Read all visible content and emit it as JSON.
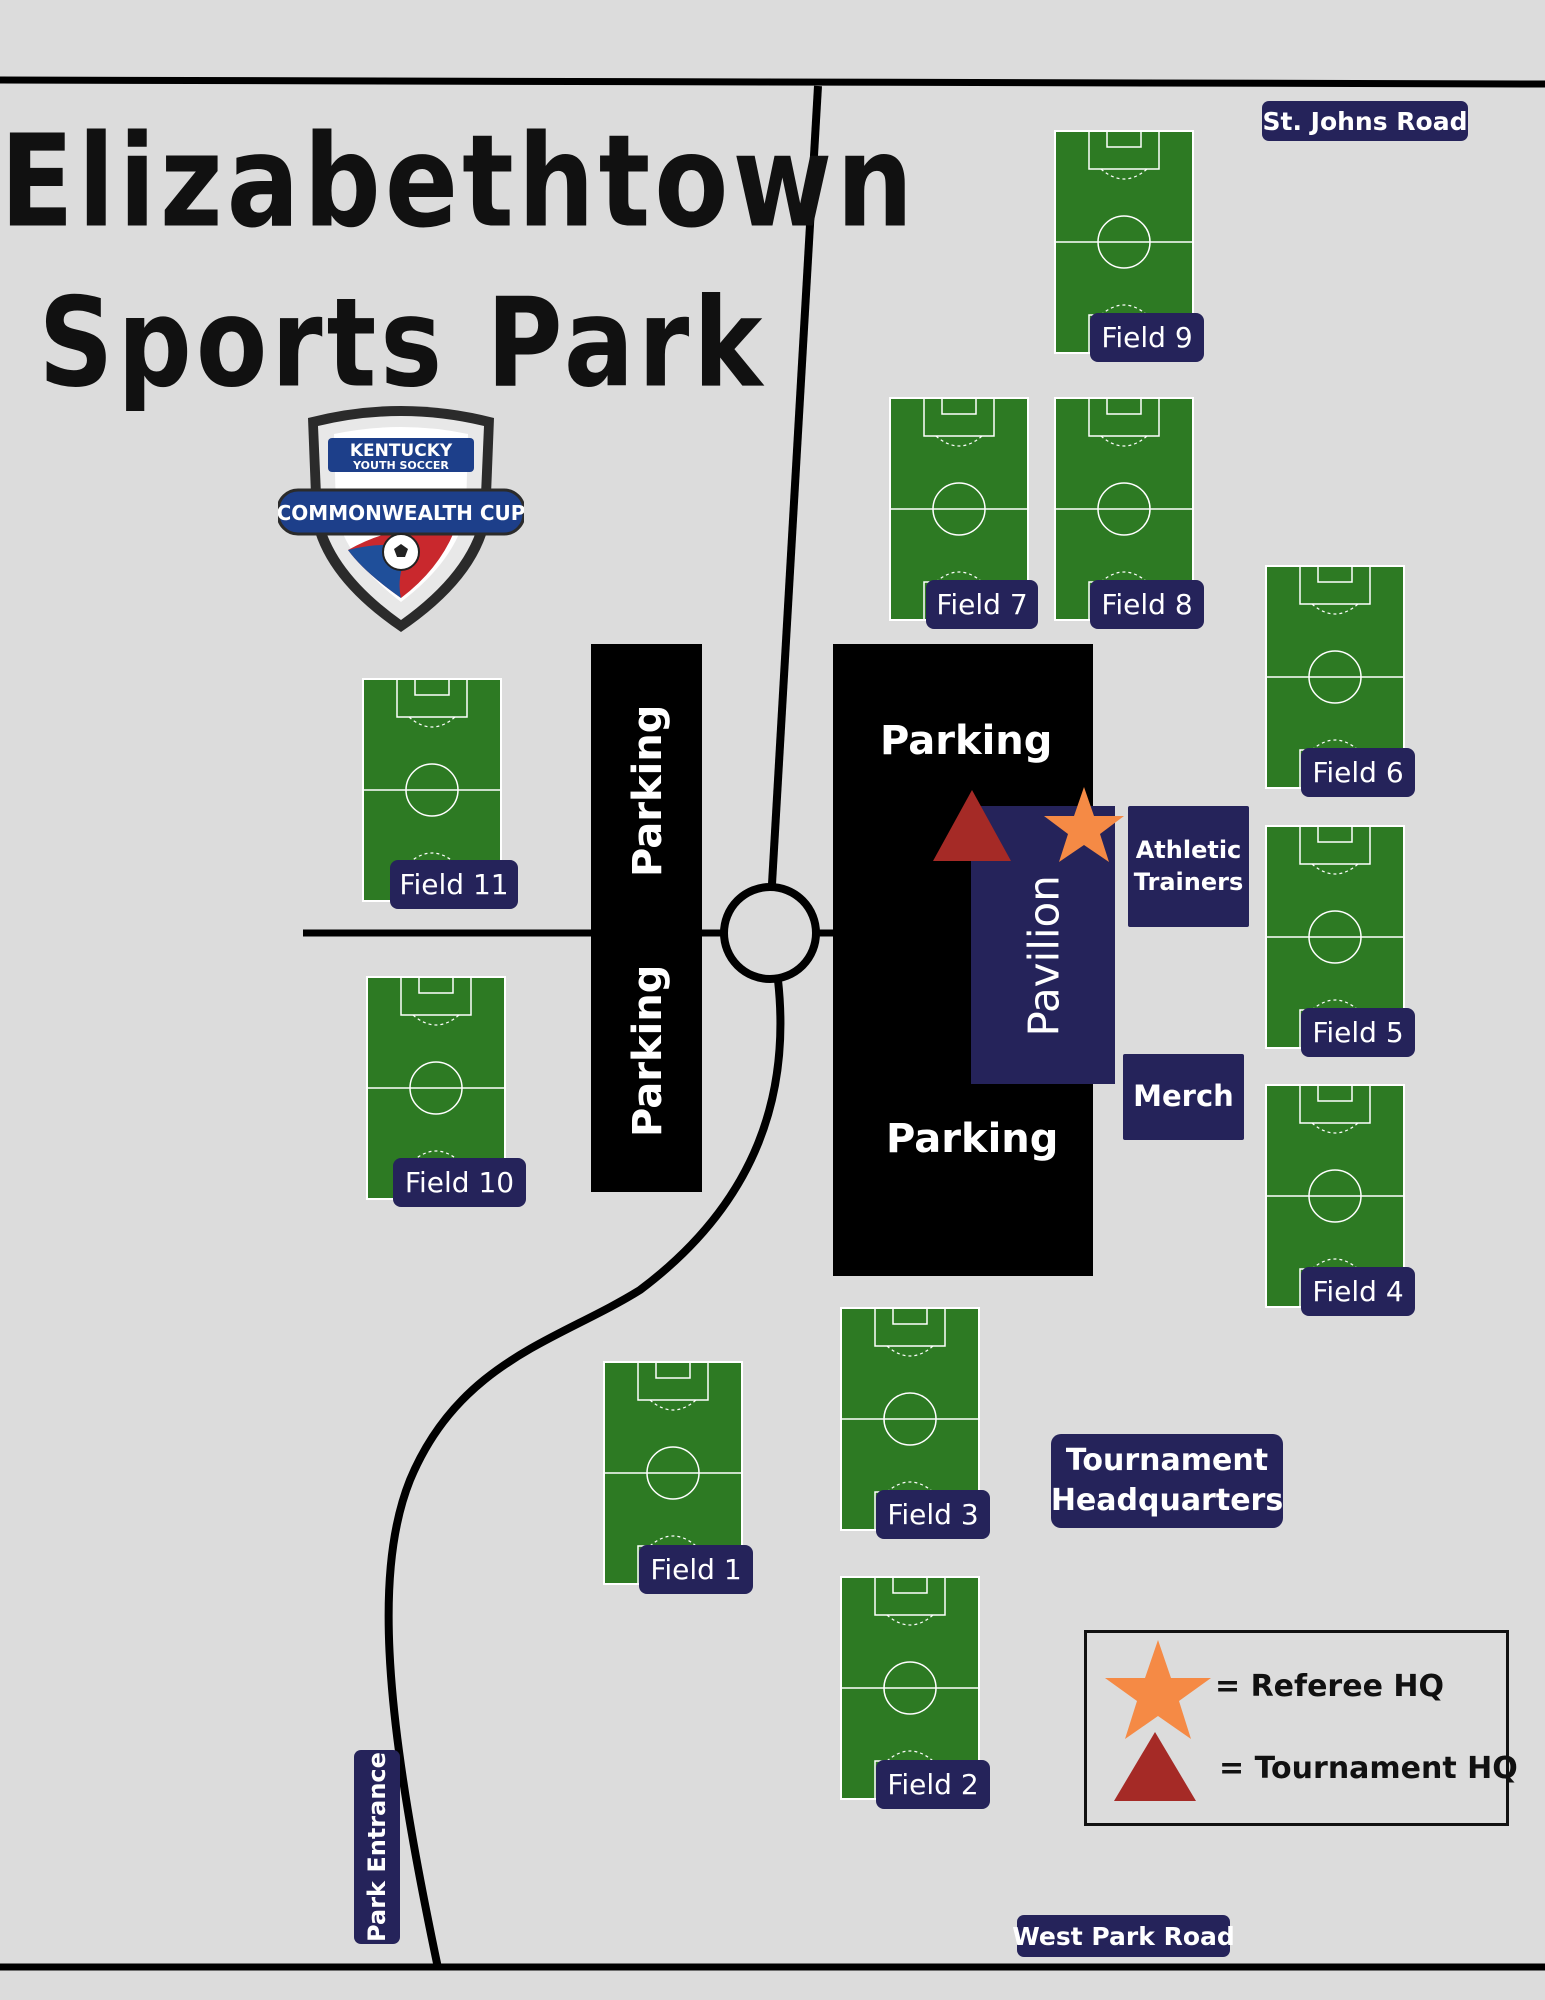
{
  "title": {
    "line1": "Elizabethtown",
    "line2": "Sports Park"
  },
  "logo": {
    "line1": "KENTUCKY",
    "line2": "YOUTH SOCCER",
    "line3": "COMMONWEALTH CUP"
  },
  "roads": {
    "north": "St. Johns Road",
    "south": "West Park Road",
    "entrance": "Park Entrance"
  },
  "parking": {
    "west_lot_top": "Parking",
    "west_lot_bottom": "Parking",
    "east_lot_top": "Parking",
    "east_lot_bottom": "Parking"
  },
  "pavilion": "Pavilion",
  "points_of_interest": {
    "athletic_trainers_line1": "Athletic",
    "athletic_trainers_line2": "Trainers",
    "merch": "Merch",
    "tournament_hq_line1": "Tournament",
    "tournament_hq_line2": "Headquarters"
  },
  "fields": [
    {
      "name": "Field 1"
    },
    {
      "name": "Field 2"
    },
    {
      "name": "Field 3"
    },
    {
      "name": "Field 4"
    },
    {
      "name": "Field 5"
    },
    {
      "name": "Field 6"
    },
    {
      "name": "Field 7"
    },
    {
      "name": "Field 8"
    },
    {
      "name": "Field 9"
    },
    {
      "name": "Field 10"
    },
    {
      "name": "Field 11"
    }
  ],
  "legend": {
    "referee": "= Referee HQ",
    "tournament": "= Tournament HQ"
  },
  "colors": {
    "background": "#dcdcdc",
    "field_green": "#2d7a23",
    "label_navy": "#25235a",
    "pavilion_navy": "#25235a",
    "parking_black": "#000000",
    "referee_star": "#f58a45",
    "tournament_triangle": "#a52a26"
  },
  "icons": {
    "referee": "star-icon",
    "tournament": "triangle-icon"
  }
}
